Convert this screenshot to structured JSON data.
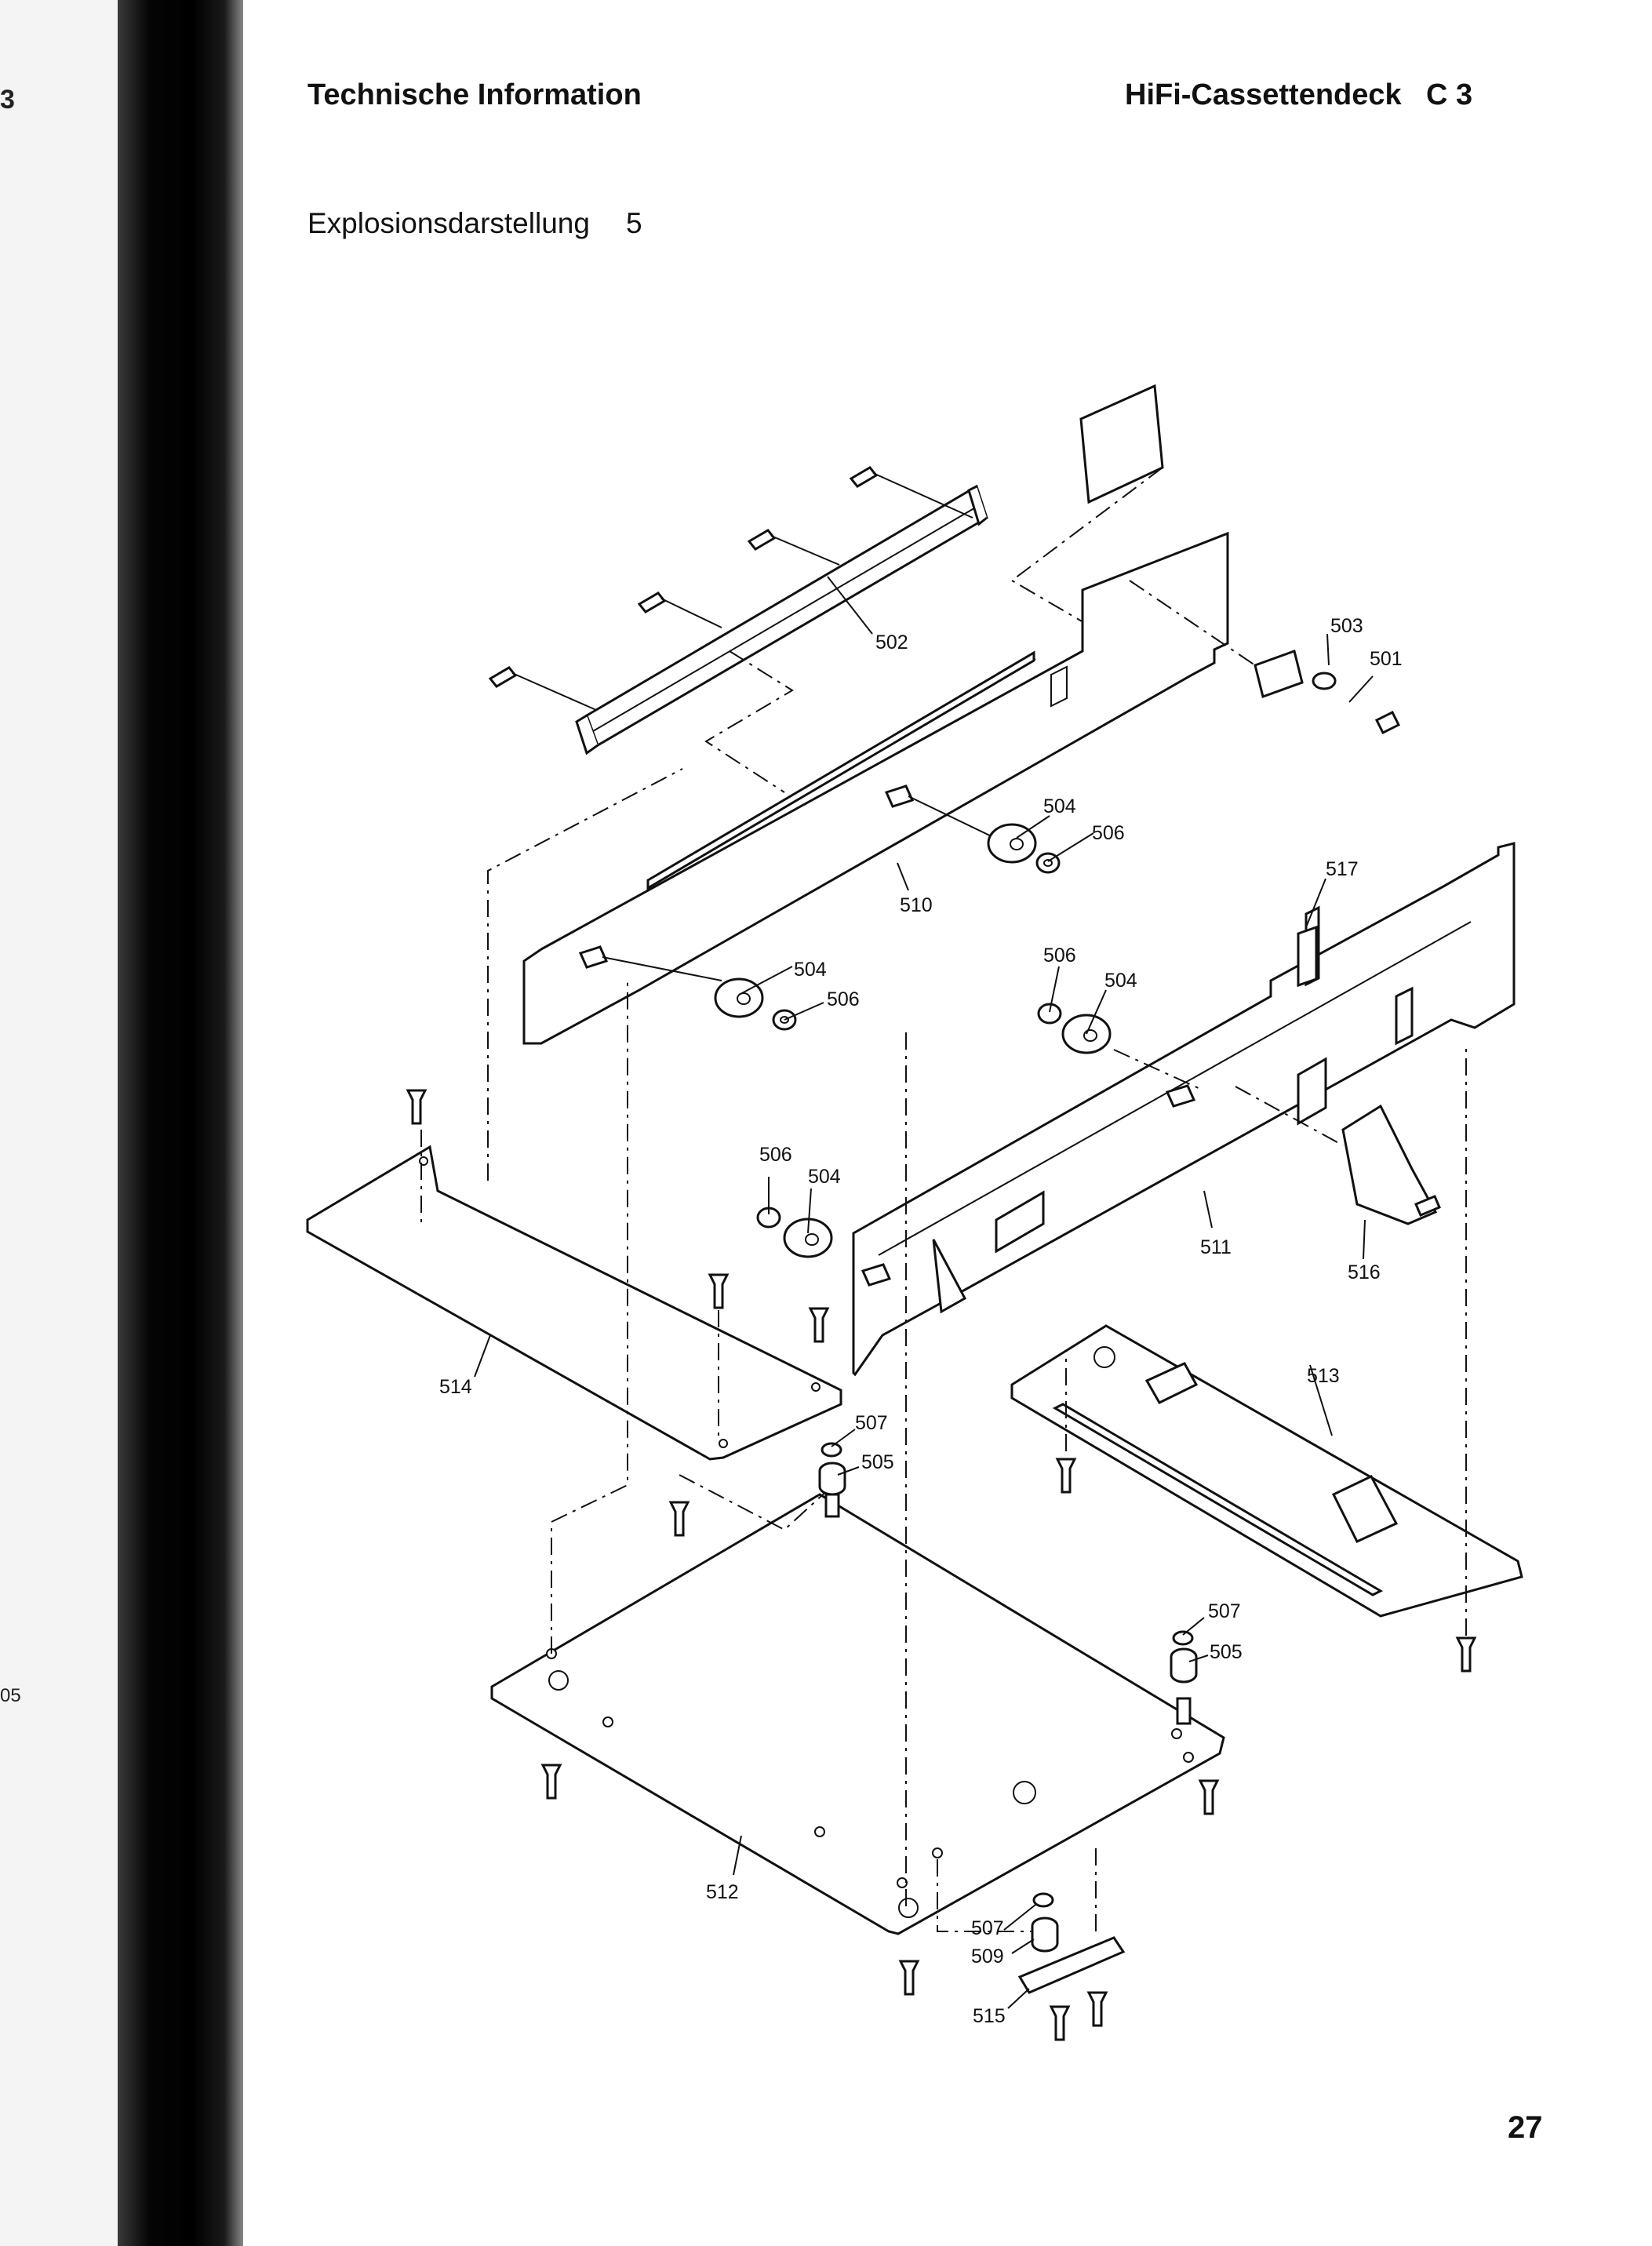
{
  "page": {
    "header_left": "Technische Information",
    "header_right": "HiFi-Cassettendeck",
    "header_model": "C 3",
    "subtitle": "Explosionsdarstellung",
    "subtitle_number": "5",
    "page_number": "27"
  },
  "edge_fragments": {
    "top": "3",
    "middle": "05"
  },
  "diagram": {
    "part_labels": {
      "p501": "501",
      "p502": "502",
      "p503": "503",
      "p504a": "504",
      "p504b": "504",
      "p504c": "504",
      "p504d": "504",
      "p505a": "505",
      "p505b": "505",
      "p506a": "506",
      "p506b": "506",
      "p506c": "506",
      "p506d": "506",
      "p507a": "507",
      "p507b": "507",
      "p507c": "507",
      "p509": "509",
      "p510": "510",
      "p511": "511",
      "p512": "512",
      "p513": "513",
      "p514": "514",
      "p515": "515",
      "p516": "516",
      "p517": "517"
    }
  }
}
